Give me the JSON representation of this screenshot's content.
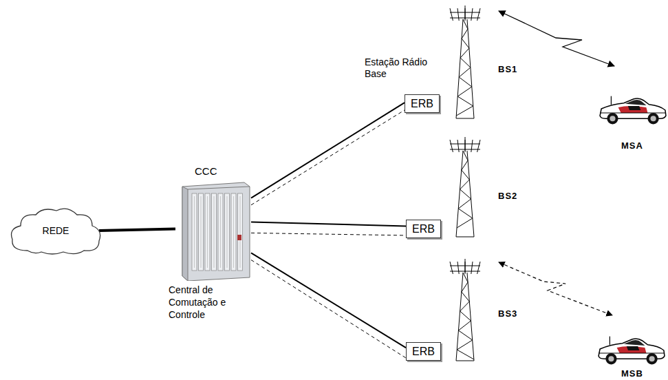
{
  "diagram": {
    "nodes": [
      {
        "text": [
          "REDE"
        ]
      },
      {
        "text": [
          "CCC",
          "Central de Comutação e Controle"
        ]
      },
      {
        "text": [
          "ERB"
        ]
      },
      {
        "text": [
          "ERB"
        ]
      },
      {
        "text": [
          "ERB"
        ]
      }
    ],
    "edges": [
      {
        "from": 0,
        "to": 1,
        "arrow": "none"
      },
      {
        "from": 1,
        "to": 2,
        "arrow": "none"
      },
      {
        "from": 1,
        "to": 2,
        "arrow": "none"
      },
      {
        "from": 1,
        "to": 3,
        "arrow": "none"
      },
      {
        "from": 1,
        "to": 3,
        "arrow": "none"
      },
      {
        "from": 1,
        "to": 4,
        "arrow": "none"
      },
      {
        "from": 1,
        "to": 4,
        "arrow": "none"
      }
    ],
    "labels": [
      "Estação Rádio Base",
      "BS1",
      "BS2",
      "BS3",
      "MSA",
      "MSB"
    ]
  }
}
